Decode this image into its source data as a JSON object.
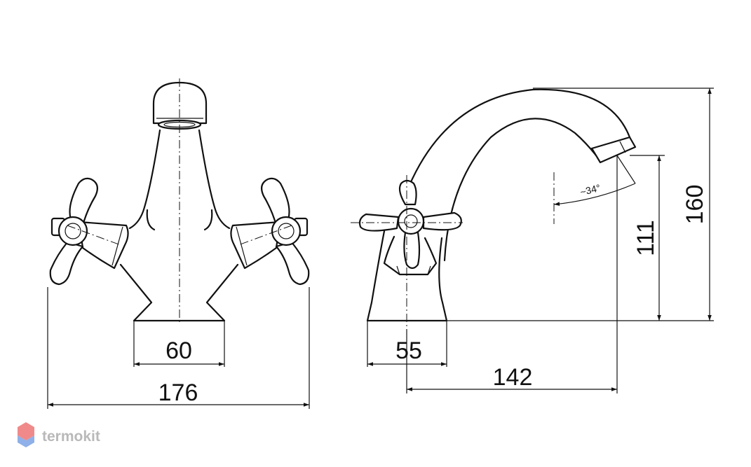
{
  "front_view": {
    "dimensions": {
      "base_width": "60",
      "overall_width": "176"
    }
  },
  "side_view": {
    "dimensions": {
      "base_depth": "55",
      "spout_reach": "142",
      "spout_height": "111",
      "overall_height": "160",
      "spout_angle": "~34°"
    }
  },
  "watermark": {
    "text": "termokit",
    "colors": {
      "top": "#f08a8a",
      "bottom": "#8fb0e8"
    }
  }
}
